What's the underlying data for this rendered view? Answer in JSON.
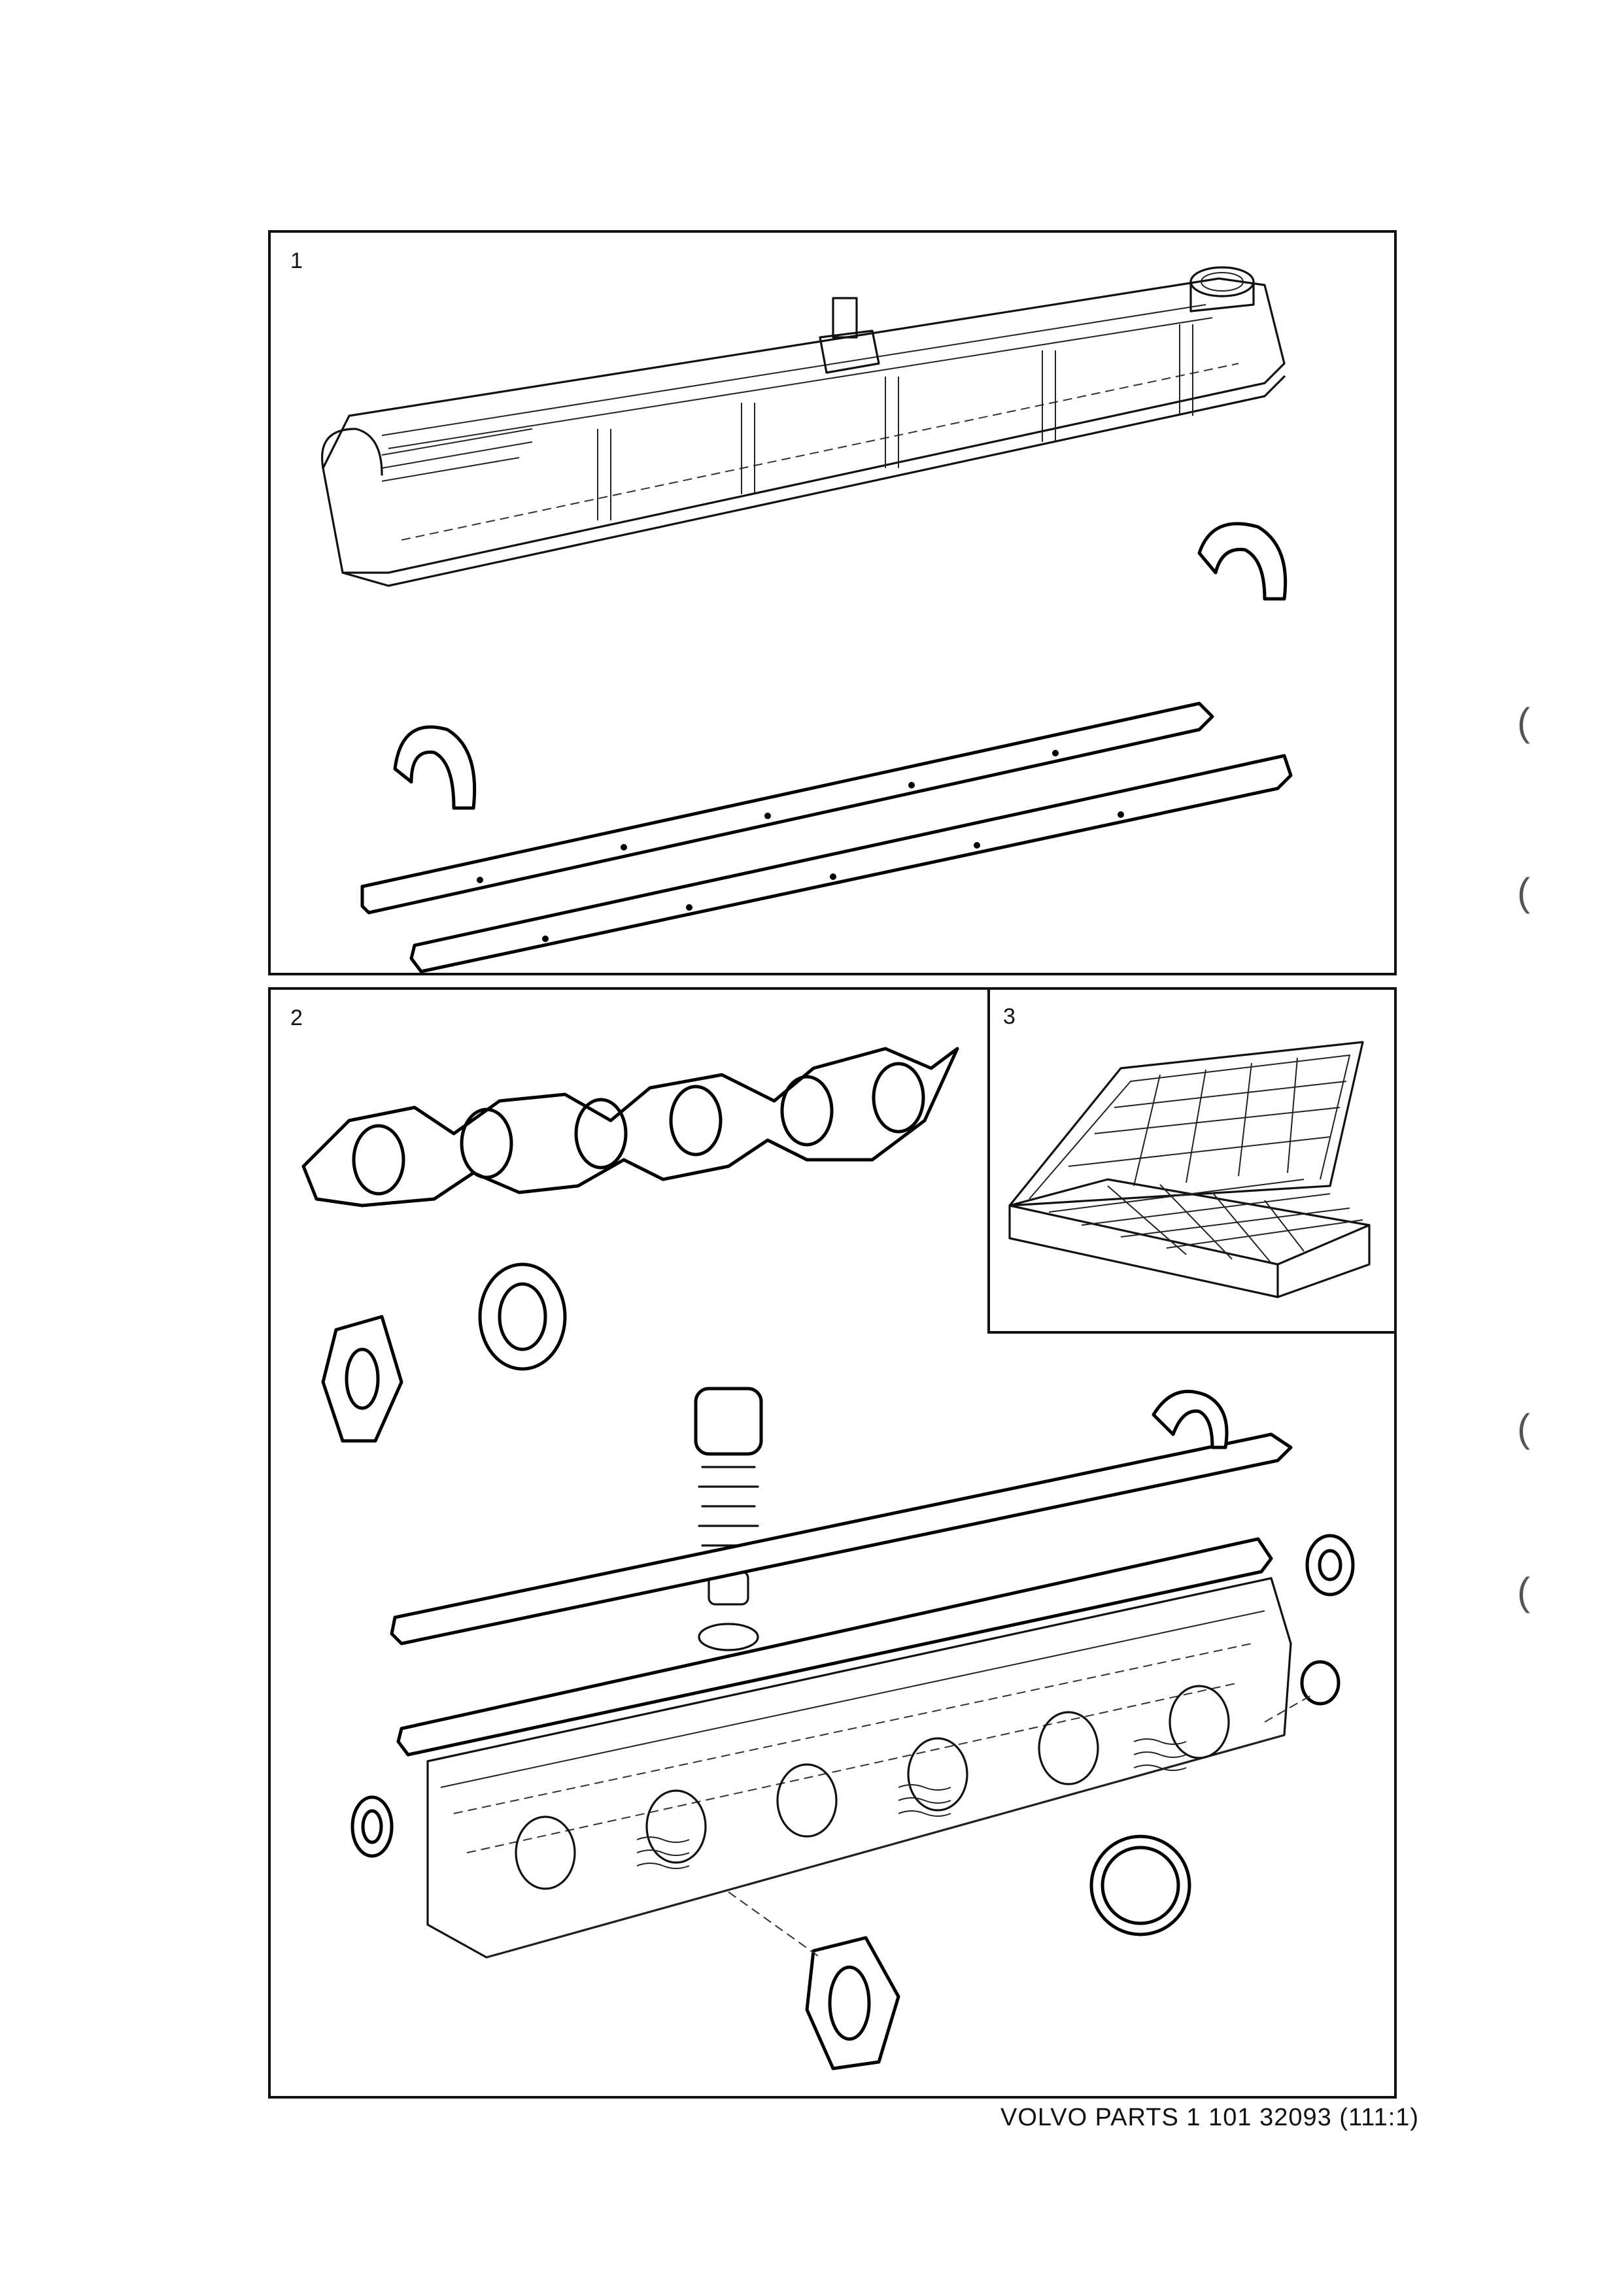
{
  "panels": [
    {
      "number": "1",
      "content": "valve-cover-and-gaskets"
    },
    {
      "number": "2",
      "content": "cylinder-head-gasket-set"
    },
    {
      "number": "3",
      "content": "parts-storage-box"
    }
  ],
  "caption": "VOLVO PARTS 1 101 32093 (111:1)",
  "margin_marks": [
    "(",
    "(",
    "(",
    "("
  ]
}
